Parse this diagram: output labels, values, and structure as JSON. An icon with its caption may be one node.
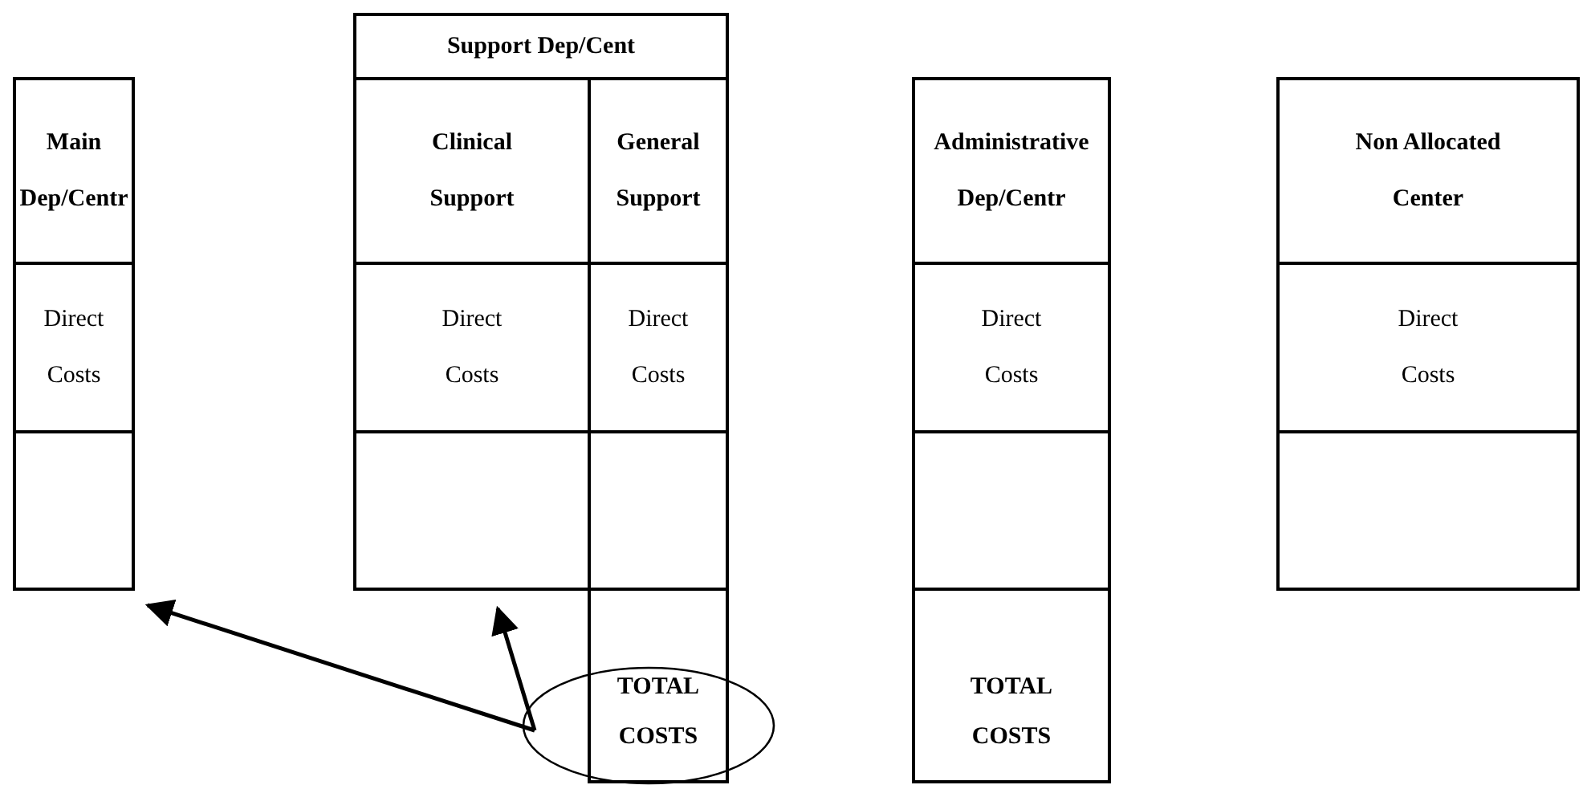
{
  "diagram": {
    "nodes": [
      {
        "text": [
          "Support Dep/Cent"
        ]
      },
      {
        "text": [
          "Main Dep/Centr"
        ]
      },
      {
        "text": [
          "Clinical Support"
        ]
      },
      {
        "text": [
          "General Support"
        ]
      },
      {
        "text": [
          "Administrative Dep/Centr"
        ]
      },
      {
        "text": [
          "Non Allocated Center"
        ]
      },
      {
        "text": [
          "Direct Costs"
        ]
      },
      {
        "text": [
          "Direct Costs"
        ]
      },
      {
        "text": [
          "Direct Costs"
        ]
      },
      {
        "text": [
          "Direct Costs"
        ]
      },
      {
        "text": [
          "Direct Costs"
        ]
      },
      {
        "text": [],
        "shape": "box"
      },
      {
        "text": [],
        "shape": "box"
      },
      {
        "text": [],
        "shape": "box"
      },
      {
        "text": [],
        "shape": "box"
      },
      {
        "text": [],
        "shape": "box"
      },
      {
        "text": [
          "TOTAL COSTS"
        ]
      },
      {
        "text": [
          "TOTAL COSTS"
        ]
      },
      {
        "text": [],
        "shape": "ellipse"
      }
    ],
    "edges": [
      {
        "from": 18,
        "to": 11,
        "arrow": "to"
      },
      {
        "from": 18,
        "to": 12,
        "arrow": "to"
      }
    ]
  }
}
